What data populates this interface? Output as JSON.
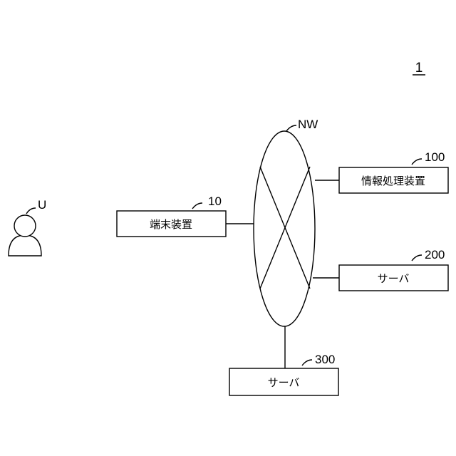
{
  "figure": {
    "number": "1"
  },
  "user": {
    "ref": "U"
  },
  "network": {
    "ref": "NW"
  },
  "terminal": {
    "ref": "10",
    "label": "端末装置"
  },
  "info_processor": {
    "ref": "100",
    "label": "情報処理装置"
  },
  "server_a": {
    "ref": "200",
    "label": "サーバ"
  },
  "server_b": {
    "ref": "300",
    "label": "サーバ"
  }
}
